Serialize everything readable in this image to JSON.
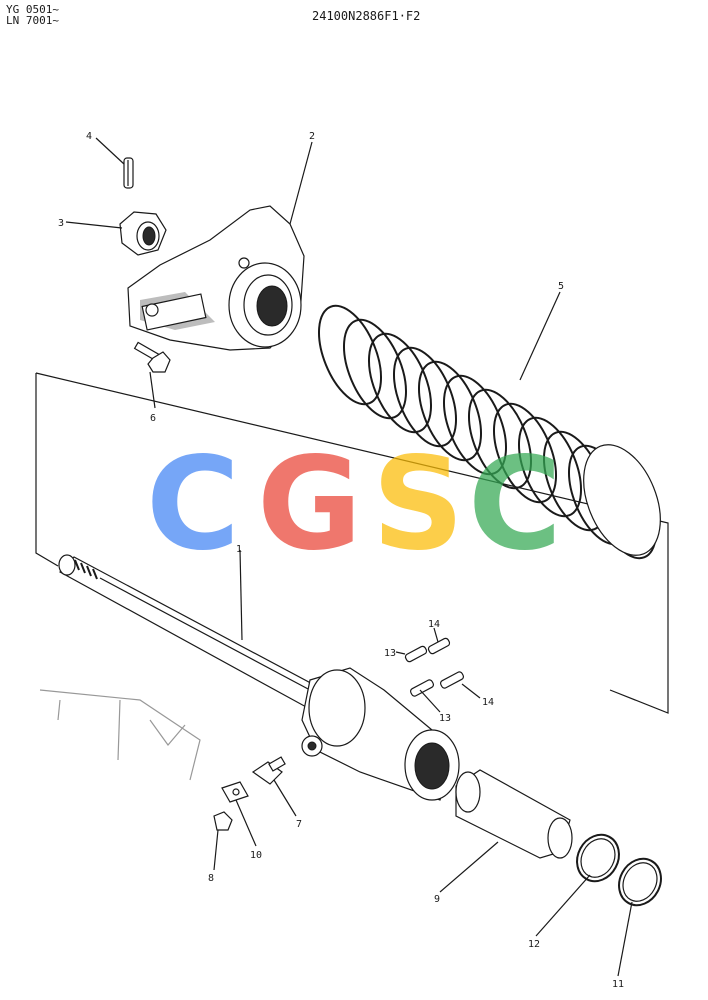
{
  "header": {
    "serial_line_1": "YG 0501~",
    "serial_line_2": "LN 7001~",
    "drawing_number": "24100N2886F1·F2"
  },
  "callouts": [
    "1",
    "2",
    "3",
    "4",
    "5",
    "6",
    "7",
    "8",
    "9",
    "10",
    "11",
    "12",
    "13",
    "13",
    "14",
    "14"
  ],
  "watermark": {
    "letters": [
      "C",
      "G",
      "S",
      "C"
    ],
    "colors": [
      "#4285f4",
      "#ea4335",
      "#fbbc05",
      "#34a853"
    ]
  }
}
